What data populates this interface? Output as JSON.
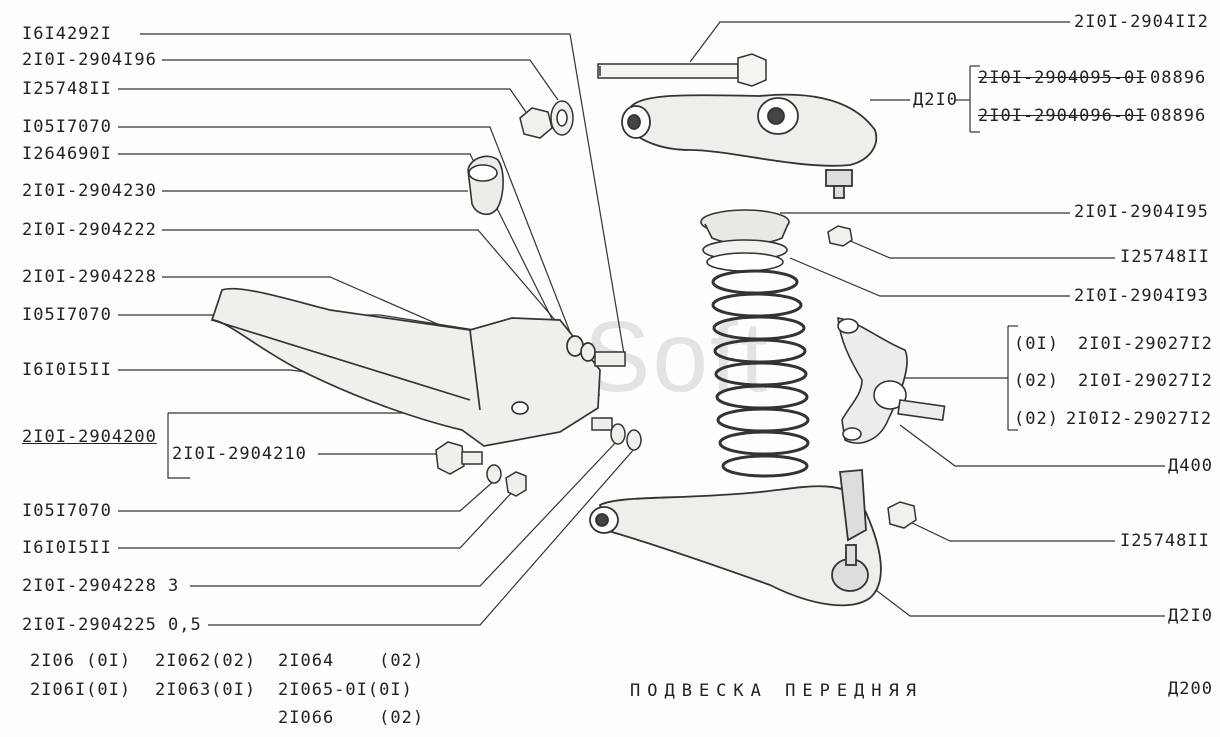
{
  "watermark": "AutoSoft",
  "left_labels": [
    "I6I4292I",
    "2I0I-2904I96",
    "I25748II",
    "I05I7070",
    "I264690I",
    "2I0I-2904230",
    "2I0I-2904222",
    "2I0I-2904228",
    "I05I7070",
    "I6I0I5II",
    "2I0I-2904200",
    "2I0I-2904210",
    "I05I7070",
    "I6I0I5II",
    "2I0I-2904228 3",
    "2I0I-2904225 0,5"
  ],
  "right_labels": {
    "top": "2I0I-2904II2",
    "upper_arm_ref": "Д2I0",
    "upper_arm_parts": [
      "2I0I-2904095-0I",
      "2I0I-2904096-0I"
    ],
    "upper_arm_codes": [
      "08896",
      "08896"
    ],
    "spring_seat": "2I0I-2904I95",
    "nut1": "I25748II",
    "spring_pad": "2I0I-2904I93",
    "knuckle_options": [
      {
        "variant": "(0I)",
        "part": "2I0I-29027I2"
      },
      {
        "variant": "(02)",
        "part": "2I0I-29027I2"
      },
      {
        "variant": "(02)",
        "part": "2I0I2-29027I2"
      }
    ],
    "knuckle_ref": "Д400",
    "nut2": "I25748II",
    "lower_arm_ref": "Д2I0"
  },
  "models": [
    [
      "2I06 (0I)",
      "2I062(02)",
      "2I064    (02)"
    ],
    [
      "2I06I(0I)",
      "2I063(0I)",
      "2I065-0I(0I)"
    ],
    [
      "",
      "",
      "2I066    (02)"
    ]
  ],
  "title": "ПОДВЕСКА ПЕРЕДНЯЯ",
  "page_code": "Д200"
}
